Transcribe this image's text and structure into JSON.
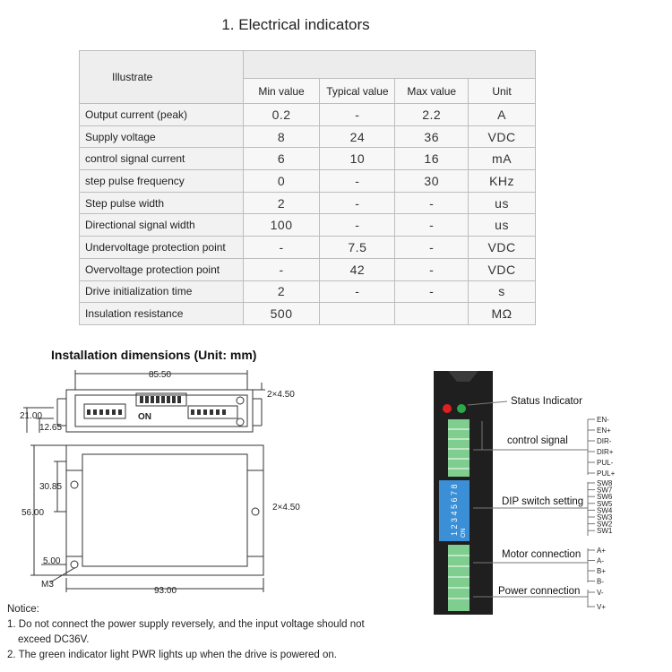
{
  "title": "1. Electrical indicators",
  "table": {
    "corner_label": "Illustrate",
    "headers": [
      "Min value",
      "Typical value",
      "Max value",
      "Unit"
    ],
    "rows": [
      {
        "param": "Output current (peak)",
        "min": "0.2",
        "typ": "-",
        "max": "2.2",
        "unit": "A"
      },
      {
        "param": "Supply voltage",
        "min": "8",
        "typ": "24",
        "max": "36",
        "unit": "VDC"
      },
      {
        "param": "control signal current",
        "min": "6",
        "typ": "10",
        "max": "16",
        "unit": "mA"
      },
      {
        "param": "step pulse frequency",
        "min": "0",
        "typ": "-",
        "max": "30",
        "unit": "KHz"
      },
      {
        "param": "Step pulse width",
        "min": "2",
        "typ": "-",
        "max": "-",
        "unit": "us"
      },
      {
        "param": "Directional signal width",
        "min": "100",
        "typ": "-",
        "max": "-",
        "unit": "us"
      },
      {
        "param": "Undervoltage protection point",
        "min": "-",
        "typ": "7.5",
        "max": "-",
        "unit": "VDC"
      },
      {
        "param": "Overvoltage protection point",
        "min": "-",
        "typ": "42",
        "max": "-",
        "unit": "VDC"
      },
      {
        "param": "Drive initialization time",
        "min": "2",
        "typ": "-",
        "max": "-",
        "unit": "s"
      },
      {
        "param": "Insulation resistance",
        "min": "500",
        "typ": "",
        "max": "",
        "unit": "MΩ"
      }
    ]
  },
  "dimensions": {
    "title": "Installation dimensions (Unit: mm)",
    "width_top": "85.50",
    "width_bottom": "93.00",
    "hole_top": "2×4.50",
    "hole_side": "2×4.50",
    "height_21": "21.00",
    "height_12": "12.65",
    "height_30": "30.85",
    "height_56": "56.00",
    "offset_5": "5.00",
    "screw": "M3",
    "dip_on": "ON"
  },
  "wiring": {
    "status": "Status Indicator",
    "control": "control signal",
    "dip": "DIP switch setting",
    "motor": "Motor connection",
    "power": "Power connection",
    "dip_text": "1 2 3 4 5 6 7 8",
    "dip_on": "ON",
    "control_pins": [
      "EN-",
      "EN+",
      "DIR-",
      "DIR+",
      "PUL-",
      "PUL+"
    ],
    "sw_pins": [
      "SW8",
      "SW7",
      "SW6",
      "SW5",
      "SW4",
      "SW3",
      "SW2",
      "SW1"
    ],
    "motor_pins": [
      "A+",
      "A-",
      "B+",
      "B-"
    ],
    "power_pins": [
      "V-",
      "V+"
    ],
    "colors": {
      "led_red": "#e02020",
      "led_green": "#2ea84a",
      "terminal": "#7fce8f",
      "dip": "#3b8fd6",
      "body": "#1f1f1f"
    }
  },
  "notice": {
    "heading": "Notice:",
    "line1": "1. Do not connect the power supply reversely, and the input voltage should not",
    "line1b": "exceed DC36V.",
    "line2": "2. The green indicator light PWR lights up when the drive is powered on."
  }
}
